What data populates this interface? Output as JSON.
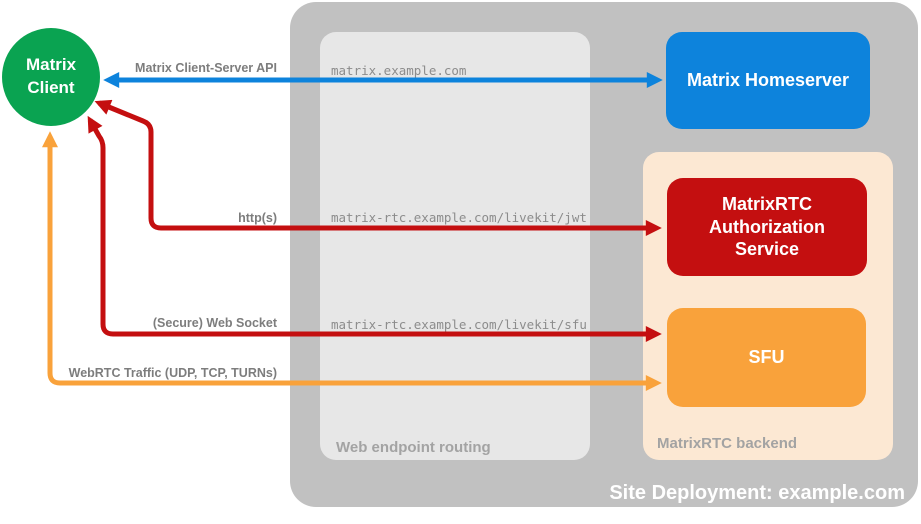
{
  "client": {
    "label": "Matrix Client"
  },
  "homeserver": {
    "label": "Matrix Homeserver"
  },
  "routing": {
    "title": "Web endpoint routing",
    "endpoints": [
      "matrix.example.com",
      "matrix-rtc.example.com/livekit/jwt",
      "matrix-rtc.example.com/livekit/sfu"
    ]
  },
  "backend": {
    "title": "MatrixRTC backend",
    "auth_service_label": "MatrixRTC Authorization Service",
    "sfu_label": "SFU"
  },
  "connections": [
    {
      "label": "Matrix Client-Server API",
      "from": "Matrix Client",
      "to": "Matrix Homeserver",
      "color": "#0d83dc"
    },
    {
      "label": "http(s)",
      "from": "Matrix Client",
      "to": "MatrixRTC Authorization Service",
      "color": "#c40f10"
    },
    {
      "label": "(Secure) Web Socket",
      "from": "Matrix Client",
      "to": "SFU",
      "color": "#c40f10"
    },
    {
      "label": "WebRTC Traffic (UDP, TCP, TURNs)",
      "from": "Matrix Client",
      "to": "SFU",
      "color": "#f9a23b"
    }
  ],
  "site": {
    "label": "Site Deployment: example.com"
  },
  "colors": {
    "client_green": "#0aa351",
    "homeserver_blue": "#0d83dc",
    "auth_red": "#c40f10",
    "sfu_orange": "#f9a23b",
    "backend_peach": "#fce8d3",
    "outer_gray": "#c1c1c1",
    "inner_gray": "#e7e7e7",
    "label_gray": "#7d7d7d",
    "zone_label_gray": "#a3a3a3"
  }
}
